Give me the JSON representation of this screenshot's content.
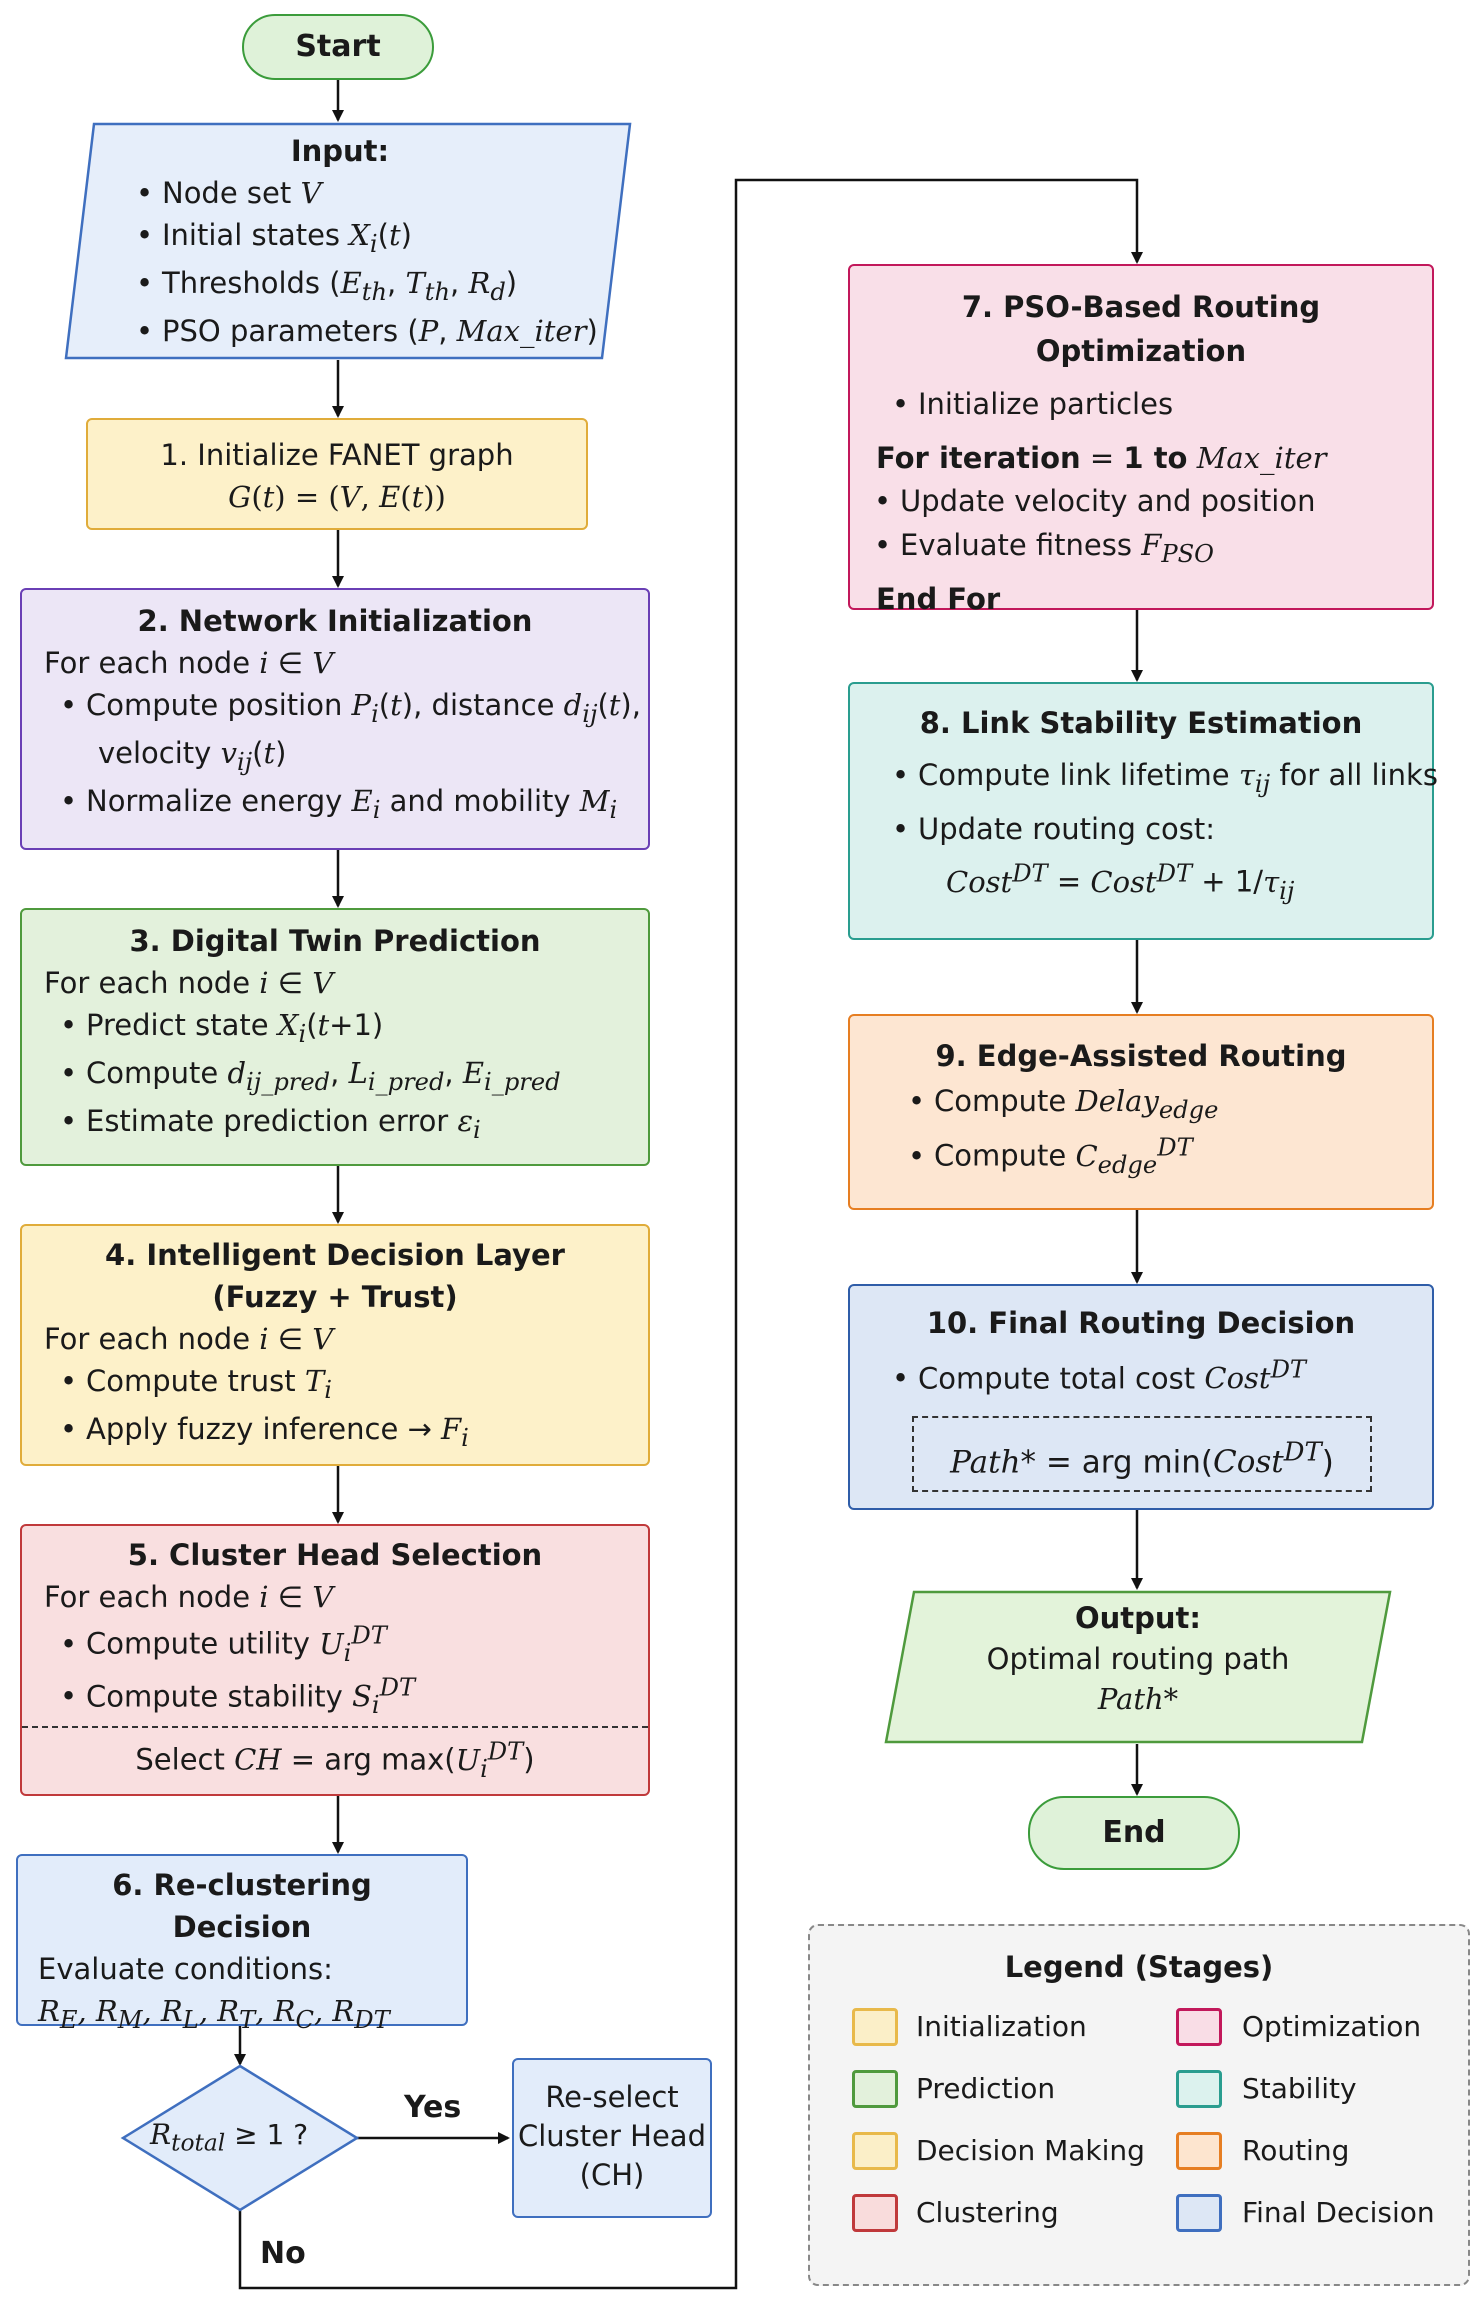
{
  "start": "Start",
  "end": "End",
  "input": {
    "title": "Input:",
    "items": [
      "Node set V",
      "Initial states Xi(t)",
      "Thresholds (Eth, Tth, Rd)",
      "PSO parameters (P, Max_iter)"
    ]
  },
  "step1": {
    "title": "1.  Initialize FANET graph",
    "formula": "G(t) = (V, E(t))"
  },
  "step2": {
    "title": "2.  Network Initialization",
    "loop": "For each node i ∈ V",
    "items": [
      "Compute position Pi(t), distance dij(t),",
      "velocity vij(t)",
      "Normalize energy Ei and mobility Mi"
    ]
  },
  "step3": {
    "title": "3.  Digital Twin Prediction",
    "loop": "For each node i ∈ V",
    "items": [
      "Predict state Xi(t+1)",
      "Compute dij_pred, Li_pred, Ei_pred",
      "Estimate prediction error εi"
    ]
  },
  "step4": {
    "title": "4.  Intelligent Decision Layer",
    "subtitle": "(Fuzzy + Trust)",
    "loop": "For each node i ∈ V",
    "items": [
      "Compute trust Ti",
      "Apply fuzzy inference → Fi"
    ]
  },
  "step5": {
    "title": "5.  Cluster Head Selection",
    "loop": "For each node i ∈ V",
    "items": [
      "Compute utility Ui^DT",
      "Compute stability Si^DT"
    ],
    "select": "Select CH = arg max(Ui^DT)"
  },
  "step6": {
    "title": "6.  Re-clustering Decision",
    "line": "Evaluate conditions:",
    "conditions": "RE, RM, RL, RT, RC, RDT"
  },
  "decision": {
    "text": "Rtotal ≥ 1 ?",
    "yes": "Yes",
    "no": "No"
  },
  "reselect": {
    "lines": [
      "Re-select",
      "Cluster Head",
      "(CH)"
    ]
  },
  "step7": {
    "title": "7.  PSO-Based Routing Optimization",
    "items": [
      "Initialize particles"
    ],
    "loop_start": "For iteration = 1 to Max_iter",
    "loop_items": [
      "Update velocity and position",
      "Evaluate fitness FPSO"
    ],
    "loop_end": "End For"
  },
  "step8": {
    "title": "8.  Link Stability Estimation",
    "items": [
      "Compute link lifetime τij for all links",
      "Update routing cost:"
    ],
    "formula": "Cost^DT = Cost^DT + 1/τij"
  },
  "step9": {
    "title": "9.  Edge-Assisted Routing",
    "items": [
      "Compute Delay_edge",
      "Compute C_edge^DT"
    ]
  },
  "step10": {
    "title": "10.  Final Routing Decision",
    "items": [
      "Compute total cost Cost^DT"
    ],
    "formula": "Path* = arg min(Cost^DT)"
  },
  "output": {
    "title": "Output:",
    "lines": [
      "Optimal routing path",
      "Path*"
    ]
  },
  "legend": {
    "title": "Legend (Stages)",
    "items": [
      {
        "label": "Initialization",
        "fill": "#fbefc8",
        "stroke": "#e8b94a"
      },
      {
        "label": "Optimization",
        "fill": "#f9dde6",
        "stroke": "#c2185b"
      },
      {
        "label": "Prediction",
        "fill": "#e3f1dc",
        "stroke": "#4f9a3d"
      },
      {
        "label": "Stability",
        "fill": "#dcf2ee",
        "stroke": "#2a9d8f"
      },
      {
        "label": "Decision Making",
        "fill": "#fbefc8",
        "stroke": "#e8b94a"
      },
      {
        "label": "Routing",
        "fill": "#fde5cf",
        "stroke": "#e67e22"
      },
      {
        "label": "Clustering",
        "fill": "#f9dcdc",
        "stroke": "#c0393b"
      },
      {
        "label": "Final Decision",
        "fill": "#dde7f5",
        "stroke": "#3f6fbf"
      }
    ]
  },
  "colors": {
    "init_fill": "#fdf1c9",
    "init_stroke": "#e0ac3a",
    "network_fill": "#ece6f6",
    "network_stroke": "#6a3fb5",
    "pred_fill": "#e3f1dc",
    "pred_stroke": "#4f9a3d",
    "cluster_fill": "#f9dfe0",
    "cluster_stroke": "#c0393b",
    "recluster_fill": "#e2ecfa",
    "recluster_stroke": "#3f6fbf",
    "opt_fill": "#f9dfe8",
    "opt_stroke": "#c2185b",
    "stab_fill": "#dcf1ee",
    "stab_stroke": "#2a9d8f",
    "route_fill": "#fde6d2",
    "route_stroke": "#e67e22",
    "final_fill": "#dde7f5",
    "final_stroke": "#2f5da8",
    "input_fill": "#e6eefa",
    "input_stroke": "#3f6fbf",
    "output_fill": "#e3f3da",
    "output_stroke": "#4f9a3d"
  }
}
